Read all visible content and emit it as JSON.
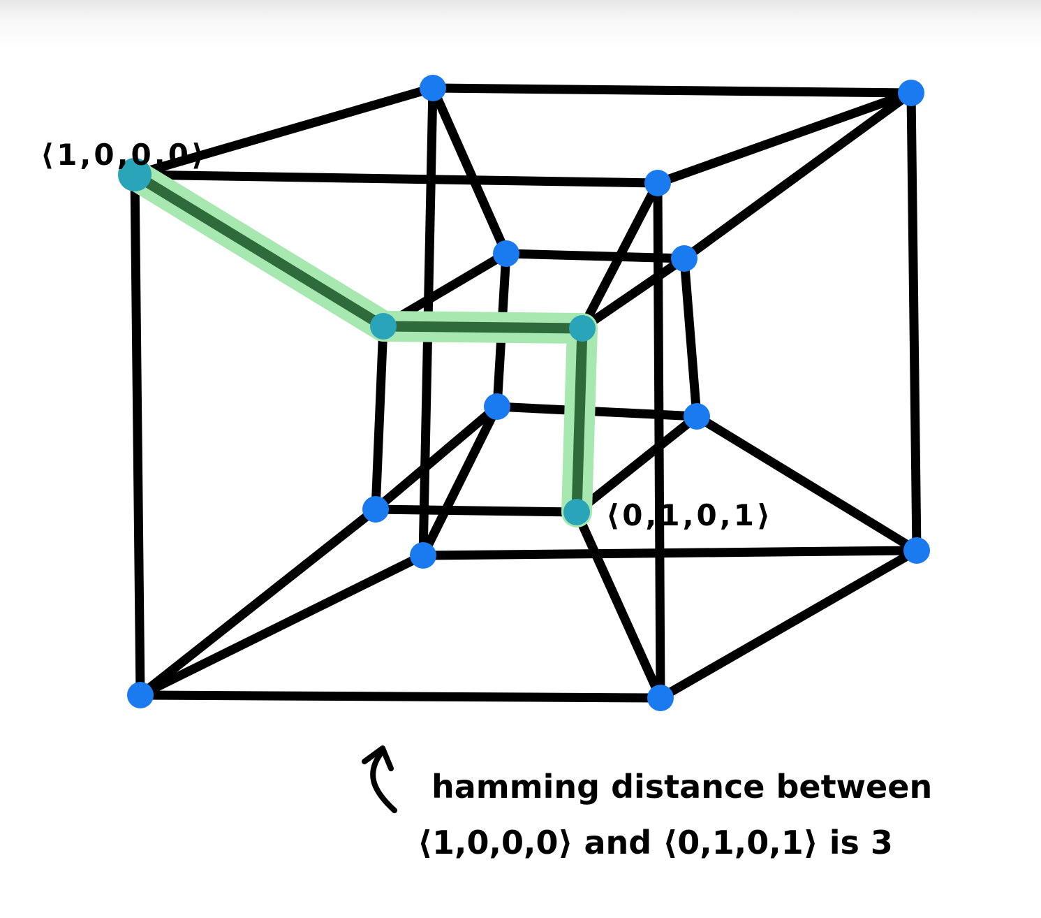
{
  "colors": {
    "edge": "#000000",
    "node": "#1a7af0",
    "highlight_glow": "#a6e8b0",
    "highlight_core": "#2f6b3a",
    "highlight_node": "#2aa4b8"
  },
  "labels": {
    "start_vertex": "⟨1,0,0,0⟩",
    "end_vertex": "⟨0,1,0,1⟩"
  },
  "caption": {
    "arrow_icon": "curved-up-arrow-icon",
    "line1": "hamming distance between",
    "line2": "⟨1,0,0,0⟩ and ⟨0,1,0,1⟩ is 3"
  }
}
